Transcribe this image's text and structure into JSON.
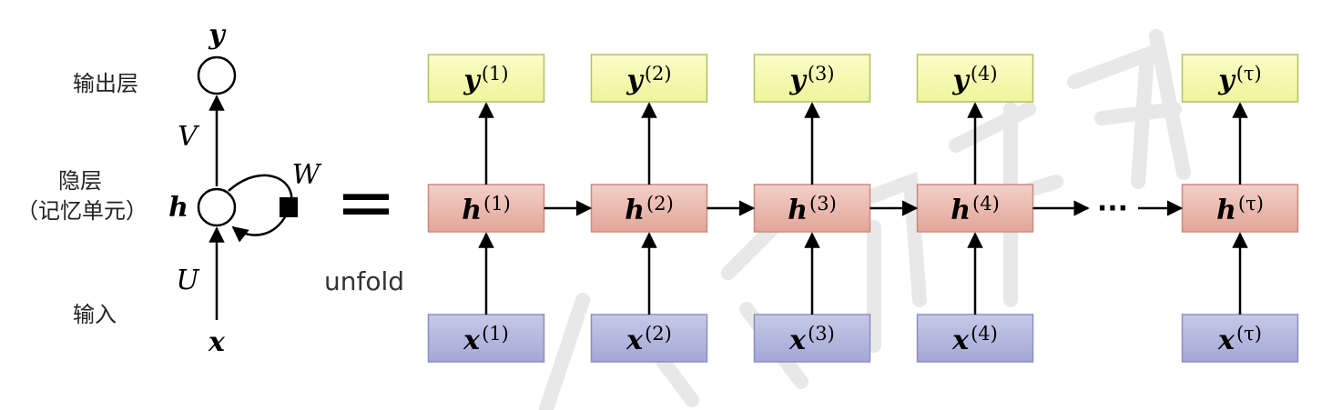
{
  "folded": {
    "labels": {
      "output_layer": "输出层",
      "hidden_layer": "隐层",
      "memory_unit": "（记忆单元）",
      "input_layer": "输入"
    },
    "nodes": {
      "y": "y",
      "h": "h",
      "x": "x"
    },
    "weights": {
      "V": "V",
      "W": "W",
      "U": "U"
    }
  },
  "equals_symbol": "=",
  "unfold_label": "unfold",
  "ellipsis": "···",
  "unrolled": [
    {
      "y_base": "y",
      "y_sup": "(1)",
      "h_base": "h",
      "h_sup": "(1)",
      "x_base": "x",
      "x_sup": "(1)"
    },
    {
      "y_base": "y",
      "y_sup": "(2)",
      "h_base": "h",
      "h_sup": "(2)",
      "x_base": "x",
      "x_sup": "(2)"
    },
    {
      "y_base": "y",
      "y_sup": "(3)",
      "h_base": "h",
      "h_sup": "(3)",
      "x_base": "x",
      "x_sup": "(3)"
    },
    {
      "y_base": "y",
      "y_sup": "(4)",
      "h_base": "h",
      "h_sup": "(4)",
      "x_base": "x",
      "x_sup": "(4)"
    },
    {
      "y_base": "y",
      "y_sup": "(τ)",
      "h_base": "h",
      "h_sup": "(τ)",
      "x_base": "x",
      "x_sup": "(τ)"
    }
  ],
  "colors": {
    "output_box_fill": "#f4f9a8",
    "output_box_stroke": "#b7bd63",
    "hidden_box_fill": "#eab8ae",
    "hidden_box_stroke": "#c98c80",
    "input_box_fill": "#b4b8de",
    "input_box_stroke": "#8a8fc0",
    "line": "#000000",
    "watermark": "#e6e6e6"
  }
}
